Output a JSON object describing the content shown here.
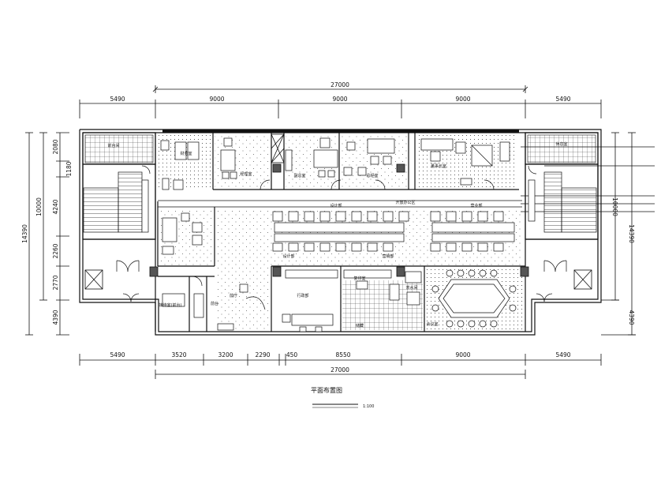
{
  "title": "平面布置图",
  "scale_text": "1:100",
  "dims": {
    "top_total": "27000",
    "top_segments": [
      "5490",
      "9000",
      "9000",
      "9000",
      "5490"
    ],
    "bottom_total": "27000",
    "bottom_segments": [
      "5490",
      "3520",
      "3200",
      "2290",
      "450",
      "8550",
      "9000",
      "5490"
    ],
    "left_total": "14390",
    "left_sub": "10000",
    "left_segments": [
      "2080",
      "1180",
      "4240",
      "2260",
      "2770",
      "4390"
    ],
    "right_total": "14390",
    "right_sub": "10000",
    "right_bottom": "4390"
  },
  "rooms": {
    "tl_room": "前台间",
    "tr_room": "休息室",
    "office1": "经理室",
    "office2": "副总室",
    "office3": "总经室",
    "office4": "董事长室",
    "finance": "财务室",
    "open_office_1": "开放办公区",
    "open_office_2": "设计部",
    "open_office_3": "营业部",
    "workstation_a": "设计部",
    "workstation_b": "营销部",
    "reception": "接待室(前台)",
    "lobby": "前厅",
    "front_desk": "前台",
    "meeting": "会议室",
    "admin": "行政部",
    "copy": "复印室",
    "tea": "茶水间",
    "storage": "储藏"
  }
}
